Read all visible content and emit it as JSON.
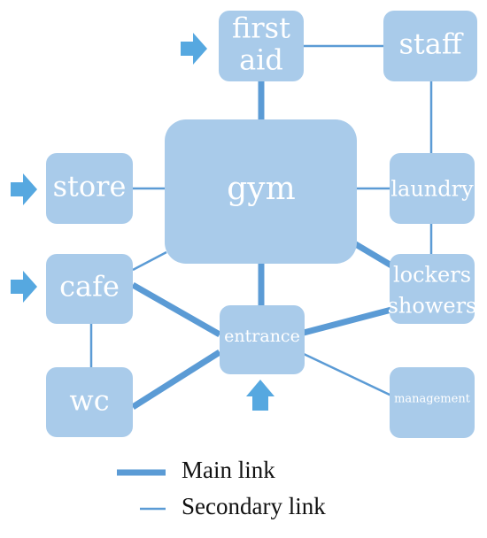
{
  "nodes": {
    "first_aid": [
      "first",
      "aid"
    ],
    "staff": "staff",
    "store": "store",
    "gym": "gym",
    "laundry": "laundry",
    "cafe": "cafe",
    "lockers_showers": [
      "lockers",
      "showers"
    ],
    "entrance": "entrance",
    "wc": "wc",
    "management": "management"
  },
  "legend": {
    "main": "Main link",
    "secondary": "Secondary link"
  },
  "colors": {
    "node_fill": "#a9cbea",
    "link": "#5b9bd5",
    "arrow": "#56a8e0",
    "label": "#ffffff"
  },
  "links": [
    {
      "from": "first aid",
      "to": "gym",
      "type": "main"
    },
    {
      "from": "first aid",
      "to": "staff",
      "type": "secondary"
    },
    {
      "from": "staff",
      "to": "laundry",
      "type": "secondary"
    },
    {
      "from": "store",
      "to": "gym",
      "type": "secondary"
    },
    {
      "from": "gym",
      "to": "laundry",
      "type": "secondary"
    },
    {
      "from": "laundry",
      "to": "lockers showers",
      "type": "secondary"
    },
    {
      "from": "gym",
      "to": "lockers showers",
      "type": "main"
    },
    {
      "from": "cafe",
      "to": "gym",
      "type": "secondary"
    },
    {
      "from": "gym",
      "to": "entrance",
      "type": "main"
    },
    {
      "from": "cafe",
      "to": "entrance",
      "type": "main"
    },
    {
      "from": "cafe",
      "to": "wc",
      "type": "secondary"
    },
    {
      "from": "wc",
      "to": "entrance",
      "type": "main"
    },
    {
      "from": "entrance",
      "to": "lockers showers",
      "type": "main"
    },
    {
      "from": "entrance",
      "to": "management",
      "type": "secondary"
    }
  ],
  "entry_arrows": [
    "first aid",
    "store",
    "cafe",
    "entrance"
  ]
}
